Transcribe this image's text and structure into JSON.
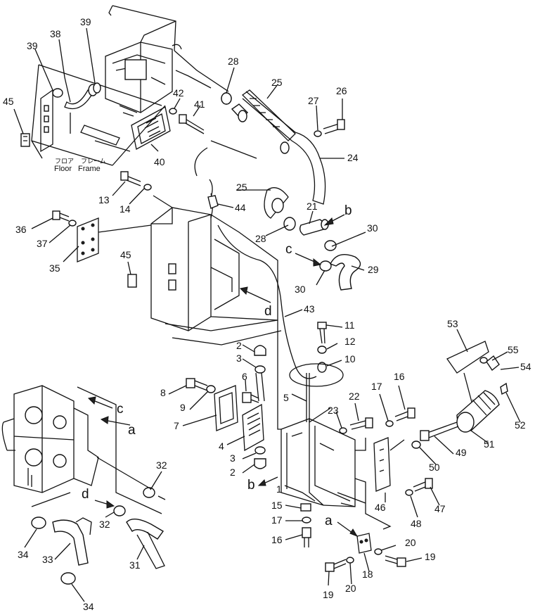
{
  "parts": {
    "p1": "1",
    "p2a": "2",
    "p2b": "2",
    "p3a": "3",
    "p3b": "3",
    "p4": "4",
    "p5": "5",
    "p6": "6",
    "p7": "7",
    "p8": "8",
    "p9": "9",
    "p10": "10",
    "p11": "11",
    "p12": "12",
    "p13": "13",
    "p14": "14",
    "p15": "15",
    "p16a": "16",
    "p16b": "16",
    "p17a": "17",
    "p17b": "17",
    "p18": "18",
    "p19a": "19",
    "p19b": "19",
    "p20a": "20",
    "p20b": "20",
    "p21": "21",
    "p22": "22",
    "p23": "23",
    "p24": "24",
    "p25a": "25",
    "p25b": "25",
    "p26": "26",
    "p27": "27",
    "p28a": "28",
    "p28b": "28",
    "p29": "29",
    "p30a": "30",
    "p30b": "30",
    "p31": "31",
    "p32a": "32",
    "p32b": "32",
    "p33": "33",
    "p34a": "34",
    "p34b": "34",
    "p35": "35",
    "p36": "36",
    "p37": "37",
    "p38": "38",
    "p39a": "39",
    "p39b": "39",
    "p40": "40",
    "p41": "41",
    "p42": "42",
    "p43": "43",
    "p44": "44",
    "p45a": "45",
    "p45b": "45",
    "p46": "46",
    "p47": "47",
    "p48": "48",
    "p49": "49",
    "p50": "50",
    "p51": "51",
    "p52": "52",
    "p53": "53",
    "p54": "54",
    "p55": "55"
  },
  "refs": {
    "a1": "a",
    "a2": "a",
    "b1": "b",
    "b2": "b",
    "c1": "c",
    "c2": "c",
    "d1": "d",
    "d2": "d"
  },
  "caption": {
    "floor_jp": "フロア",
    "frame_jp": "フレーム",
    "floor": "Floor",
    "frame": "Frame"
  }
}
